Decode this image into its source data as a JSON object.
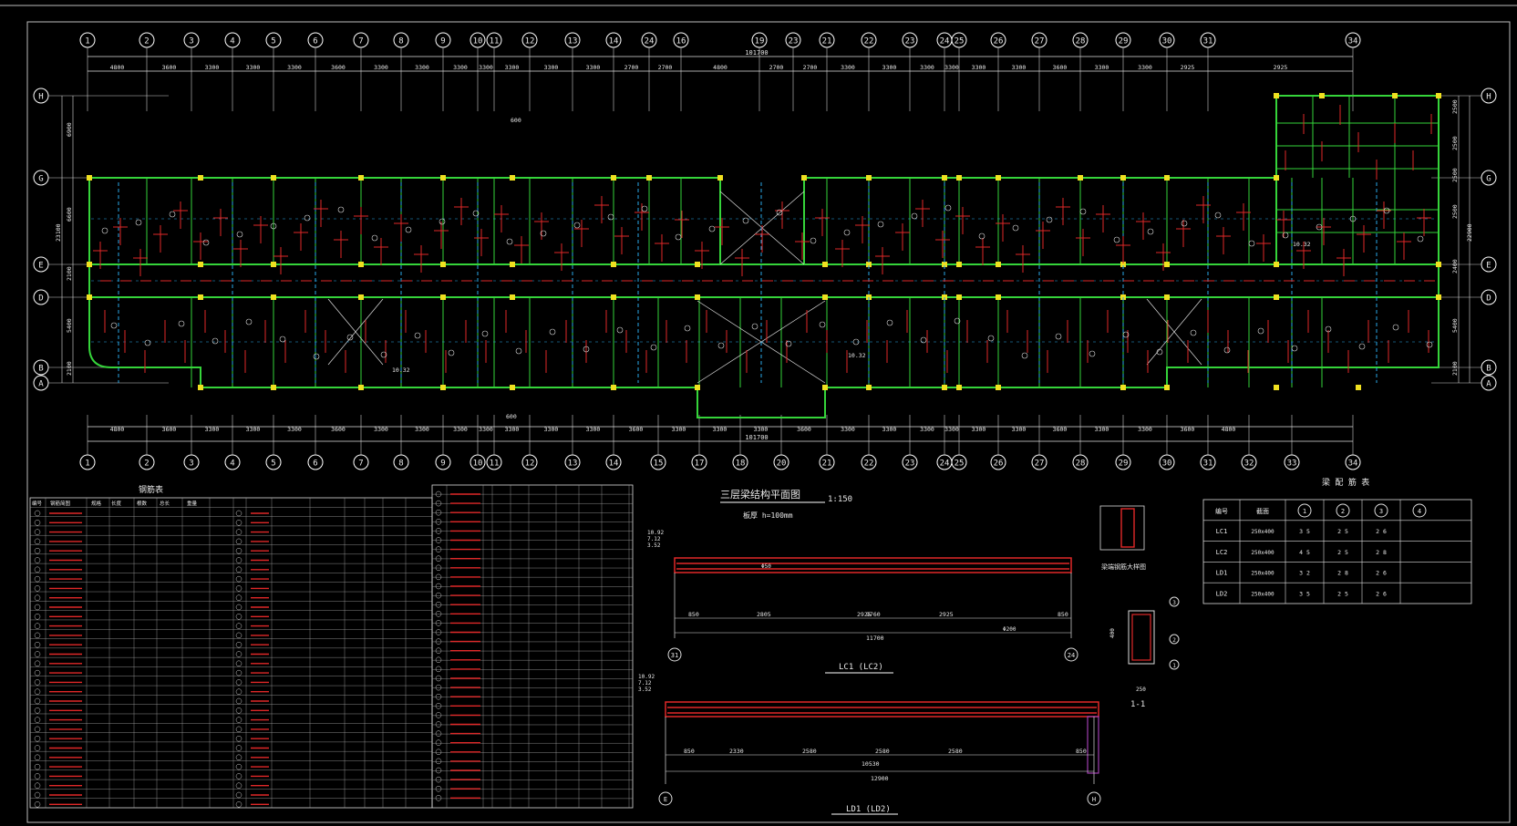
{
  "plan": {
    "col_labels_top": [
      "1",
      "2",
      "3",
      "4",
      "5",
      "6",
      "7",
      "8",
      "9",
      "10",
      "11",
      "12",
      "13",
      "14",
      "24",
      "16",
      "19",
      "23",
      "21",
      "22",
      "23",
      "24",
      "25",
      "26",
      "27",
      "28",
      "29",
      "30",
      "31",
      "34"
    ],
    "col_labels_bottom": [
      "1",
      "2",
      "3",
      "4",
      "5",
      "6",
      "7",
      "8",
      "9",
      "10",
      "11",
      "12",
      "13",
      "14",
      "15",
      "17",
      "18",
      "20",
      "21",
      "22",
      "23",
      "24",
      "25",
      "26",
      "27",
      "28",
      "29",
      "30",
      "31",
      "32",
      "33",
      "34"
    ],
    "row_labels": [
      "H",
      "G",
      "E",
      "D",
      "B",
      "A"
    ],
    "dims_top": [
      "4800",
      "3600",
      "3300",
      "3300",
      "3300",
      "3600",
      "3300",
      "3300",
      "3300",
      "3300",
      "3300",
      "3300",
      "3300",
      "2700",
      "2700",
      "4800",
      "2700",
      "2700",
      "3300",
      "3300",
      "3300",
      "3300",
      "3300",
      "3300",
      "3600",
      "3300",
      "3300",
      "2925",
      "2925",
      "2925"
    ],
    "dims_bottom": [
      "4800",
      "3600",
      "3300",
      "3300",
      "3300",
      "3600",
      "3300",
      "3300",
      "3300",
      "3300",
      "3300",
      "3300",
      "3300",
      "3600",
      "3300",
      "3300",
      "3300",
      "3600",
      "3300",
      "3300",
      "3300",
      "3300",
      "3300",
      "3300",
      "3600",
      "3300",
      "3300",
      "3600",
      "4800"
    ],
    "overall_dim_top": "101700",
    "overall_dim_bottom": "101700",
    "left_dims": [
      "6900",
      "6600",
      "2100",
      "5400",
      "2100"
    ],
    "left_total": "23100",
    "right_dims": [
      "2500",
      "2500",
      "2500",
      "2500",
      "2400",
      "5400",
      "2100"
    ],
    "right_total": "22900",
    "center_note_top": "600",
    "center_note_bottom": "600",
    "level_marks": [
      "10.32",
      "10.32",
      "10.32"
    ]
  },
  "table_left": {
    "title": "钢筋表",
    "headers": [
      "编号",
      "钢筋简图",
      "规格",
      "长度",
      "根数",
      "总长",
      "重量"
    ]
  },
  "drawing": {
    "title": "三层梁结构平面图",
    "scale": "1:150",
    "subtitle": "板厚 h=100mm"
  },
  "detail": {
    "label_top": "LC1 (LC2)",
    "label_bottom": "LD1 (LD2)",
    "section_label": "1-1",
    "top_dims": [
      "850",
      "2805",
      "2925",
      "2925",
      "850"
    ],
    "top_span": "9760",
    "top_total": "11700",
    "top_grid": [
      "31",
      "24"
    ],
    "bottom_dims": [
      "850",
      "2330",
      "2580",
      "2580",
      "2580",
      "850"
    ],
    "bottom_span": "10530",
    "bottom_total": "12900",
    "bottom_grid": [
      "E",
      "H"
    ],
    "levels_top": [
      "10.92",
      "7.12",
      "3.52"
    ],
    "levels_bottom": [
      "10.92",
      "7.12",
      "3.52"
    ],
    "section_width": "250",
    "section_height": "400",
    "note_a": "Φ50",
    "note_b": "Φ200",
    "hanger_label": "梁端钢筋大样图"
  },
  "schedule": {
    "title": "梁 配 筋 表",
    "headers": [
      "编号",
      "截面",
      "1",
      "2",
      "3",
      "4"
    ],
    "rows": [
      {
        "id": "LC1",
        "section": "250x400",
        "c1": "3 5",
        "c2": "2 5",
        "c3": "2 6",
        "c4": ""
      },
      {
        "id": "LC2",
        "section": "250x400",
        "c1": "4 5",
        "c2": "2 5",
        "c3": "2 8",
        "c4": ""
      },
      {
        "id": "LD1",
        "section": "250x400",
        "c1": "3 2",
        "c2": "2 8",
        "c3": "2 6",
        "c4": ""
      },
      {
        "id": "LD2",
        "section": "250x400",
        "c1": "3 5",
        "c2": "2 5",
        "c3": "2 6",
        "c4": ""
      }
    ]
  },
  "colors": {
    "wall": "#35d43a",
    "column": "#f0e020",
    "rebar": "#e02828",
    "dim": "#e0e0e0",
    "axis": "#ffffff",
    "dash": "#2aa8e8"
  }
}
